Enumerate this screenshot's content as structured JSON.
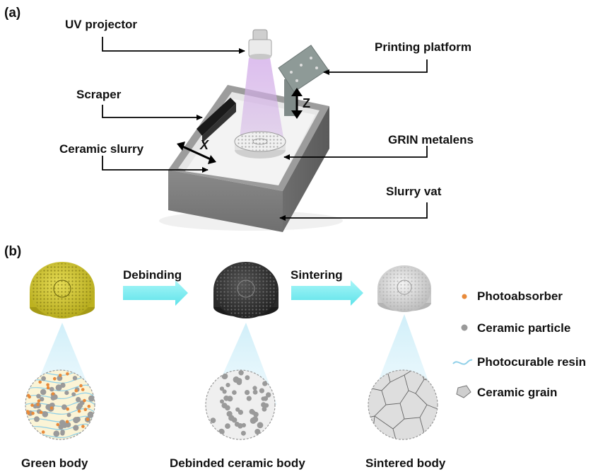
{
  "panel_a": {
    "tag": "(a)",
    "labels": {
      "uv_projector": "UV projector",
      "printing_platform": "Printing platform",
      "scraper": "Scraper",
      "ceramic_slurry": "Ceramic slurry",
      "grin_metalens": "GRIN metalens",
      "slurry_vat": "Slurry vat"
    },
    "axes": {
      "z": "Z",
      "x": "X"
    }
  },
  "panel_b": {
    "tag": "(b)",
    "steps": {
      "debinding": "Debinding",
      "sintering": "Sintering"
    },
    "bodies": {
      "green": "Green body",
      "debinded": "Debinded ceramic body",
      "sintered": "Sintered body"
    },
    "legend": {
      "photoabsorber": "Photoabsorber",
      "ceramic_particle": "Ceramic particle",
      "photocurable_resin": "Photocurable resin",
      "ceramic_grain": "Ceramic grain"
    }
  },
  "colors": {
    "green_body": "#d8cf3a",
    "debinded_body": "#3a3a3a",
    "sintered_body": "#dcdcdc",
    "arrow": "#7ff0f4",
    "uv_beam": "#c8a6e0",
    "photoabsorber": "#e88a3a",
    "ceramic_particle": "#9a9a9a",
    "resin": "#8ecfe8",
    "vat": "#7c7c7c"
  }
}
